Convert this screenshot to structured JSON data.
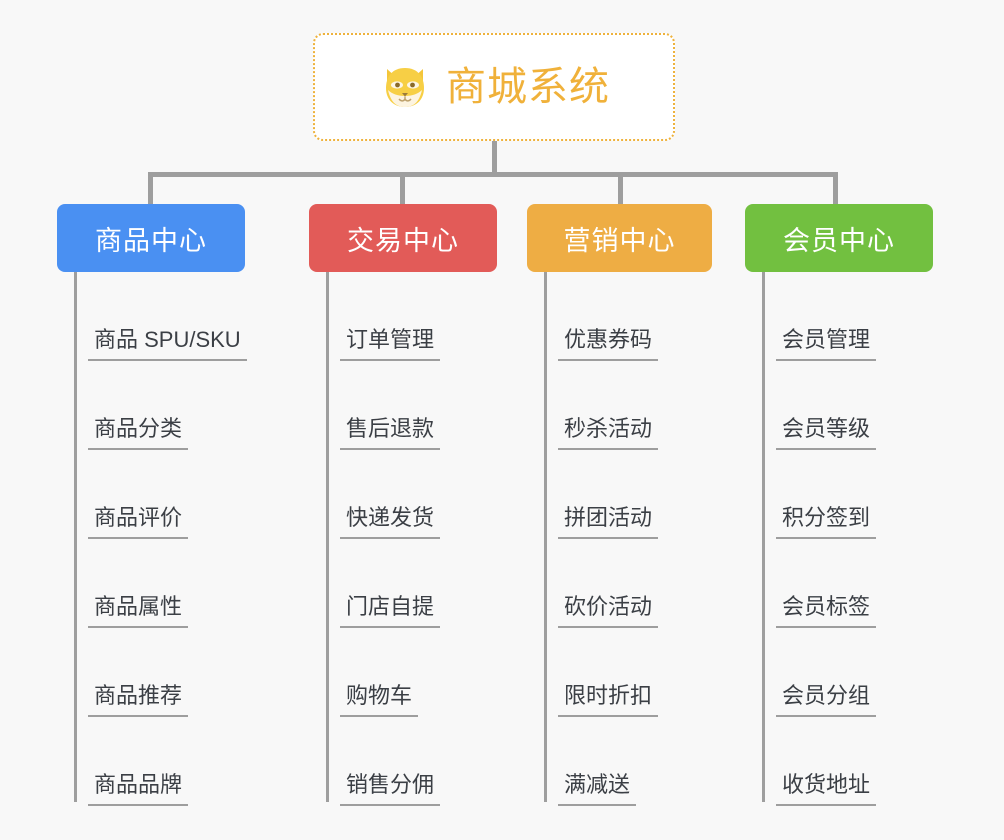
{
  "page": {
    "background_color": "#f8f8f8",
    "type": "mindmap"
  },
  "root": {
    "title": "商城系统",
    "icon": "shiba-dog-face-emoji",
    "text_color": "#f0b13a",
    "border_color": "#eeb23c",
    "background_color": "#ffffff"
  },
  "connector": {
    "color": "#9e9e9e"
  },
  "columns": [
    {
      "title": "商品中心",
      "color": "#4a90f2",
      "items": [
        {
          "label": "商品 SPU/SKU"
        },
        {
          "label": "商品分类"
        },
        {
          "label": "商品评价"
        },
        {
          "label": "商品属性"
        },
        {
          "label": "商品推荐"
        },
        {
          "label": "商品品牌"
        }
      ]
    },
    {
      "title": "交易中心",
      "color": "#e25b58",
      "items": [
        {
          "label": "订单管理"
        },
        {
          "label": "售后退款"
        },
        {
          "label": "快递发货"
        },
        {
          "label": "门店自提"
        },
        {
          "label": "购物车"
        },
        {
          "label": "销售分佣"
        }
      ]
    },
    {
      "title": "营销中心",
      "color": "#eead44",
      "items": [
        {
          "label": "优惠券码"
        },
        {
          "label": "秒杀活动"
        },
        {
          "label": "拼团活动"
        },
        {
          "label": "砍价活动"
        },
        {
          "label": "限时折扣"
        },
        {
          "label": "满减送"
        }
      ]
    },
    {
      "title": "会员中心",
      "color": "#72c040",
      "items": [
        {
          "label": "会员管理"
        },
        {
          "label": "会员等级"
        },
        {
          "label": "积分签到"
        },
        {
          "label": "会员标签"
        },
        {
          "label": "会员分组"
        },
        {
          "label": "收货地址"
        }
      ]
    }
  ]
}
